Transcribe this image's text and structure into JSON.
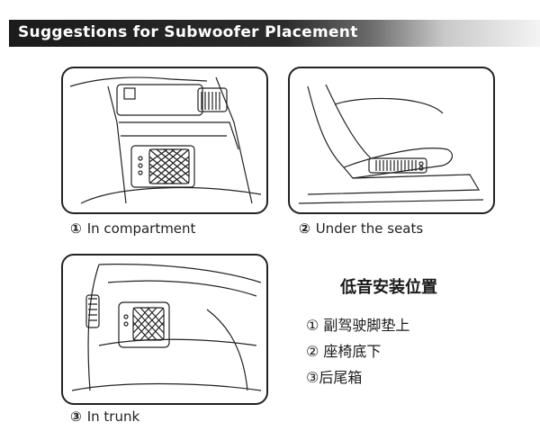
{
  "header": {
    "title": "Suggestions for Subwoofer Placement"
  },
  "placements": [
    {
      "marker": "①",
      "label": "In compartment"
    },
    {
      "marker": "②",
      "label": "Under the seats"
    },
    {
      "marker": "③",
      "label": "In trunk"
    }
  ],
  "chinese": {
    "title": "低音安装位置",
    "items": [
      "① 副驾驶脚垫上",
      "② 座椅底下",
      "③后尾箱"
    ]
  }
}
